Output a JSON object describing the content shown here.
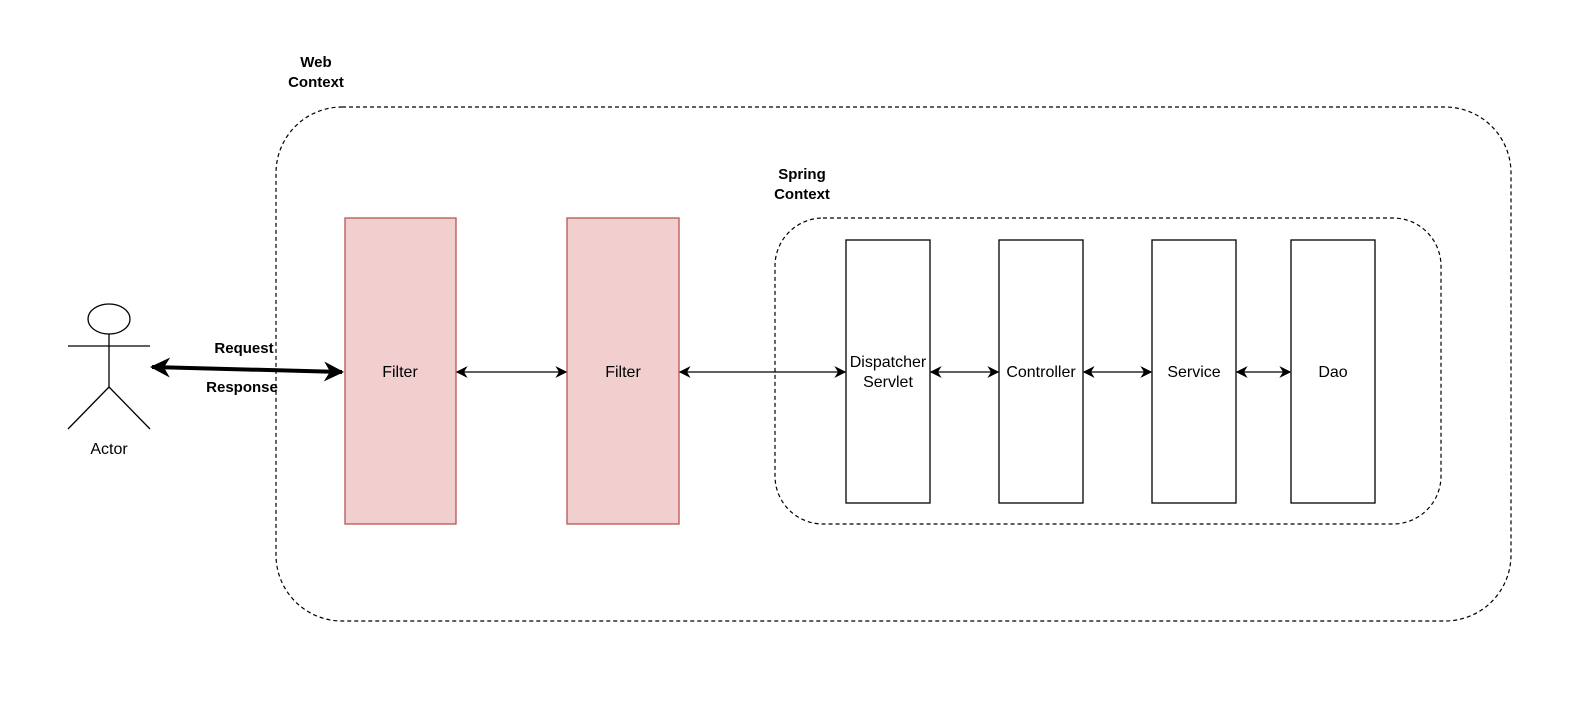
{
  "colors": {
    "filter_fill": "#f2cfcf",
    "filter_stroke": "#b85450",
    "stroke": "#000000",
    "background": "#ffffff"
  },
  "actor": {
    "label": "Actor"
  },
  "edge_request": {
    "top_label": "Request",
    "bottom_label": "Response"
  },
  "web_context": {
    "title_line1": "Web",
    "title_line2": "Context"
  },
  "spring_context": {
    "title_line1": "Spring",
    "title_line2": "Context"
  },
  "filters": [
    {
      "label": "Filter"
    },
    {
      "label": "Filter"
    }
  ],
  "components": {
    "dispatcher": {
      "line1": "Dispatcher",
      "line2": "Servlet"
    },
    "controller": {
      "label": "Controller"
    },
    "service": {
      "label": "Service"
    },
    "dao": {
      "label": "Dao"
    }
  }
}
